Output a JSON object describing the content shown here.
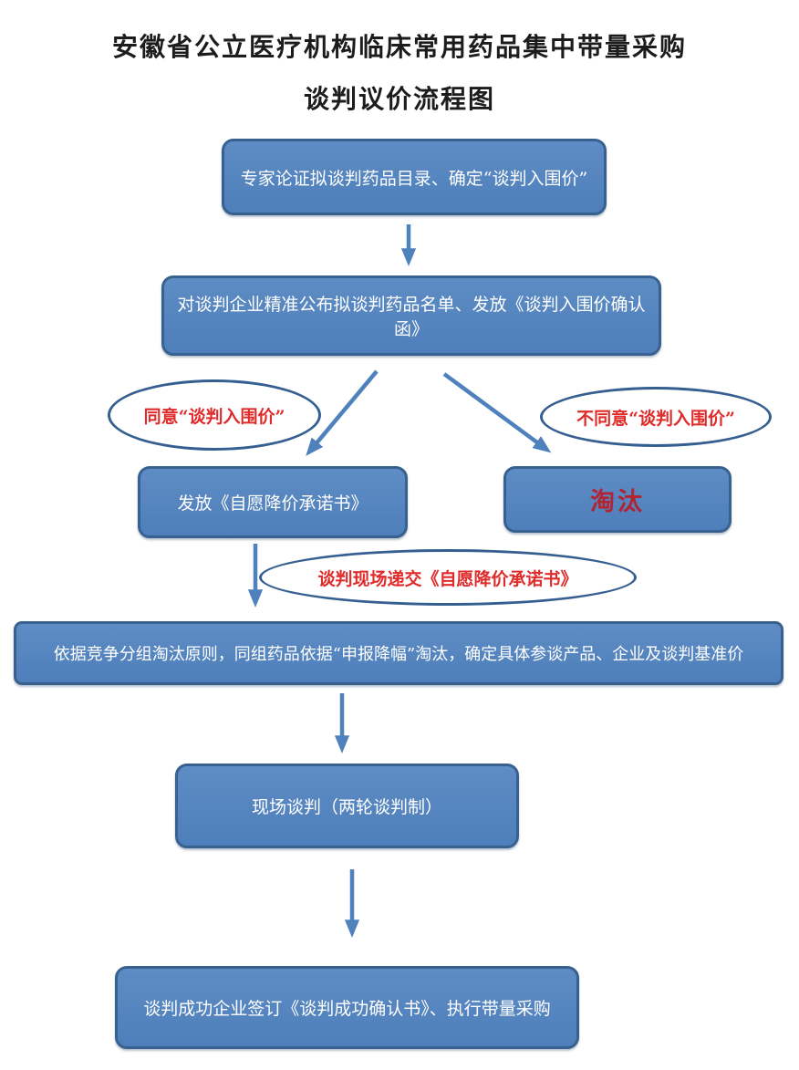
{
  "title": {
    "line1": "安徽省公立医疗机构临床常用药品集中带量采购",
    "line2": "谈判议价流程图"
  },
  "flow": {
    "step1": "专家论证拟谈判药品目录、确定“谈判入围价”",
    "step2": "对谈判企业精准公布拟谈判药品名单、发放《谈判入围价确认函》",
    "agree": "同意“谈判入围价”",
    "disagree": "不同意“谈判入围价”",
    "issue_commitment": "发放《自愿降价承诺书》",
    "eliminate": "淘汰",
    "submit_onsite": "谈判现场递交《自愿降价承诺书》",
    "grouping_rule": "依据竞争分组淘汰原则，同组药品依据“申报降幅”淘汰，确定具体参谈产品、企业及谈判基准价",
    "onsite_negotiation": "现场谈判（两轮谈判制）",
    "final_step": "谈判成功企业签订《谈判成功确认书》、执行带量采购"
  },
  "colors": {
    "node_fill": "#4F81BD",
    "node_border": "#38618F",
    "ellipse_border": "#365F91",
    "arrow": "#4F81BD",
    "condition_text": "#E02B2B",
    "eliminate_text": "#B02433",
    "node_text": "#FFFFFF",
    "title_text": "#1C1C1C",
    "background": "#FFFFFF"
  }
}
